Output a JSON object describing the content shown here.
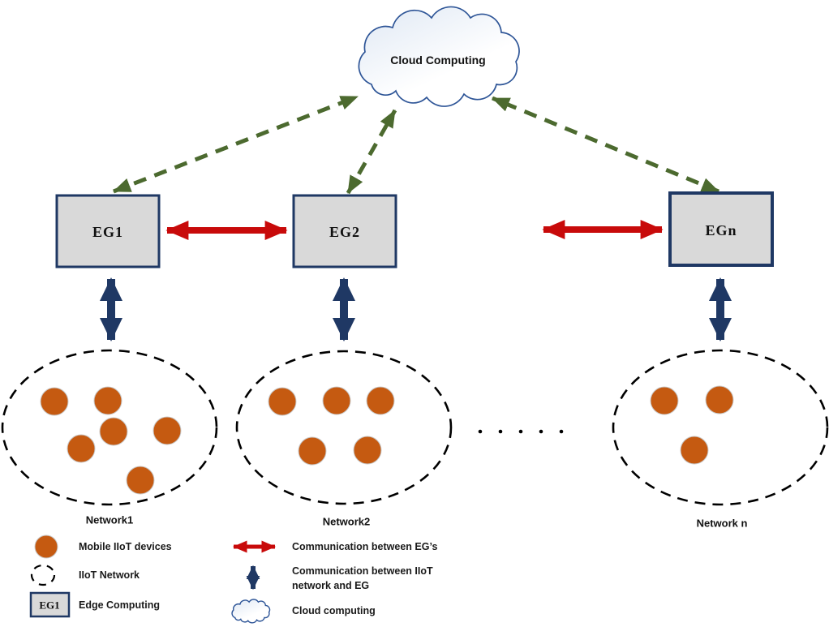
{
  "diagram": {
    "cloud": {
      "label": "Cloud Computing"
    },
    "edge_gateways": [
      {
        "id": "eg1",
        "label": "EG1"
      },
      {
        "id": "eg2",
        "label": "EG2"
      },
      {
        "id": "egn",
        "label": "EGn"
      }
    ],
    "networks": [
      {
        "label": "Network1",
        "device_count": 6
      },
      {
        "label": "Network2",
        "device_count": 5
      },
      {
        "label": "Network n",
        "device_count": 3
      }
    ],
    "continuation_dot_count": 5,
    "links": [
      {
        "from": "EG1",
        "to": "Cloud",
        "type": "dashed-green-double-arrow"
      },
      {
        "from": "EG2",
        "to": "Cloud",
        "type": "dashed-green-double-arrow"
      },
      {
        "from": "EGn",
        "to": "Cloud",
        "type": "dashed-green-double-arrow"
      },
      {
        "from": "EG1",
        "to": "EG2",
        "type": "red-double-arrow"
      },
      {
        "from": "EG2",
        "to": "EGn",
        "type": "red-double-arrow"
      },
      {
        "from": "Network1",
        "to": "EG1",
        "type": "navy-double-arrow"
      },
      {
        "from": "Network2",
        "to": "EG2",
        "type": "navy-double-arrow"
      },
      {
        "from": "Network n",
        "to": "EGn",
        "type": "navy-double-arrow"
      }
    ]
  },
  "legend": {
    "items": [
      {
        "swatch": "orange-circle",
        "label": "Mobile IIoT devices"
      },
      {
        "swatch": "dashed-ellipse",
        "label": "IIoT Network"
      },
      {
        "swatch": "eg-box",
        "swatch_label": "EG1",
        "label": "Edge Computing"
      },
      {
        "swatch": "red-double-arrow",
        "label": "Communication between EG’s"
      },
      {
        "swatch": "blue-double-arrow",
        "label_line1": "Communication between IIoT",
        "label_line2": "network and EG"
      },
      {
        "swatch": "cloud-shape",
        "label": "Cloud computing"
      }
    ]
  },
  "colors": {
    "device_orange": "#c55a11",
    "eg_arrow_red": "#c80a0a",
    "network_arrow_navy": "#1f3864",
    "cloud_arrow_green": "#4c6a2f",
    "box_fill_gray": "#d9d9d9",
    "box_border_navy": "#1f3864",
    "cloud_stroke_blue": "#2e5597",
    "network_dash_black": "#000000"
  }
}
